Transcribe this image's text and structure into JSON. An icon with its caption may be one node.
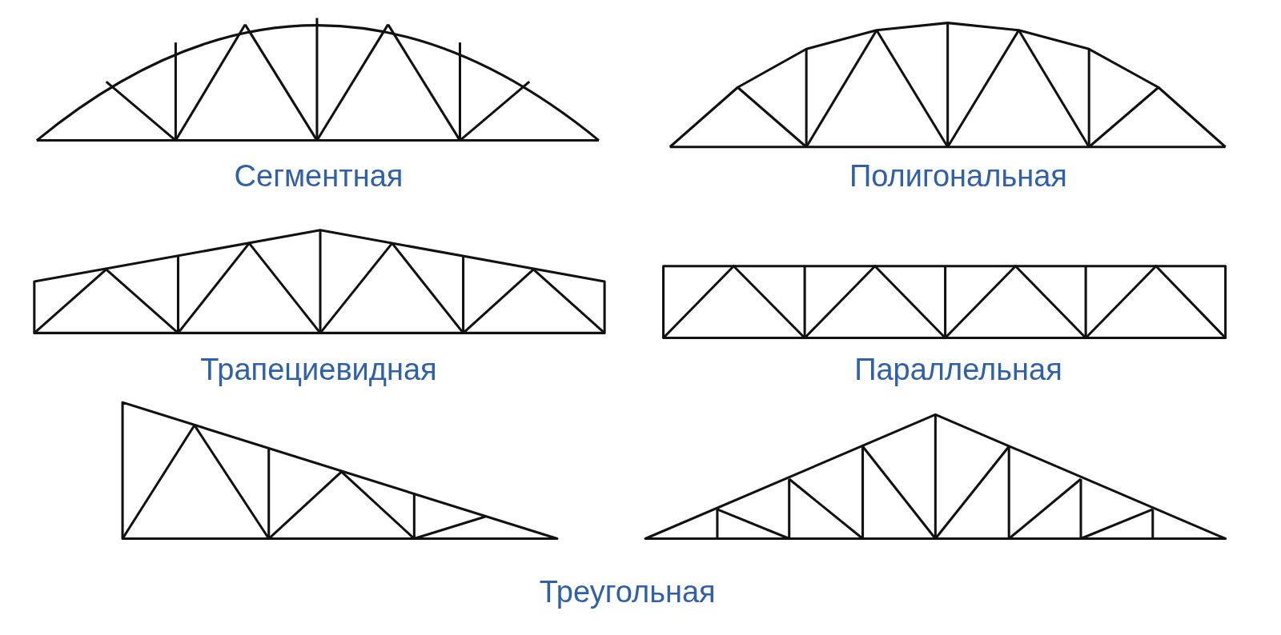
{
  "diagram": {
    "labels": [
      "Сегментная",
      "Полигональная",
      "Трапециевидная",
      "Параллельная",
      "Треугольная"
    ]
  }
}
